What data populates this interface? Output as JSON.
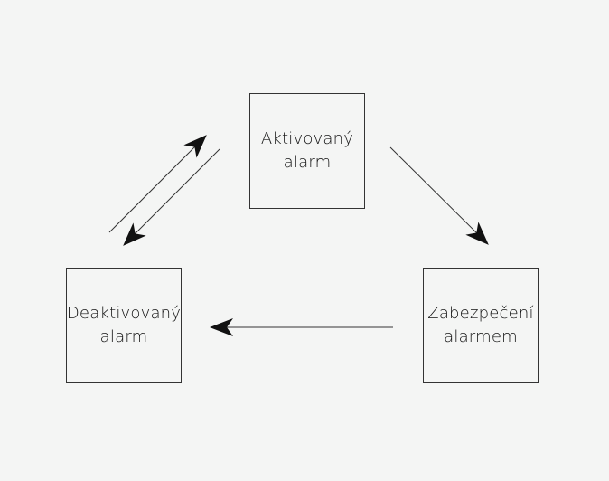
{
  "states": {
    "activated": {
      "line1": "Aktivovaný",
      "line2": "alarm"
    },
    "deactivated": {
      "line1": "Deaktivovaný",
      "line2": "alarm"
    },
    "secured": {
      "line1": "Zabezpečení",
      "line2": "alarmem"
    }
  },
  "transitions": [
    {
      "from": "deactivated",
      "to": "activated"
    },
    {
      "from": "activated",
      "to": "deactivated"
    },
    {
      "from": "activated",
      "to": "secured"
    },
    {
      "from": "secured",
      "to": "deactivated"
    }
  ],
  "colors": {
    "background": "#f4f5f4",
    "stroke": "#333333",
    "arrowhead": "#111111"
  }
}
